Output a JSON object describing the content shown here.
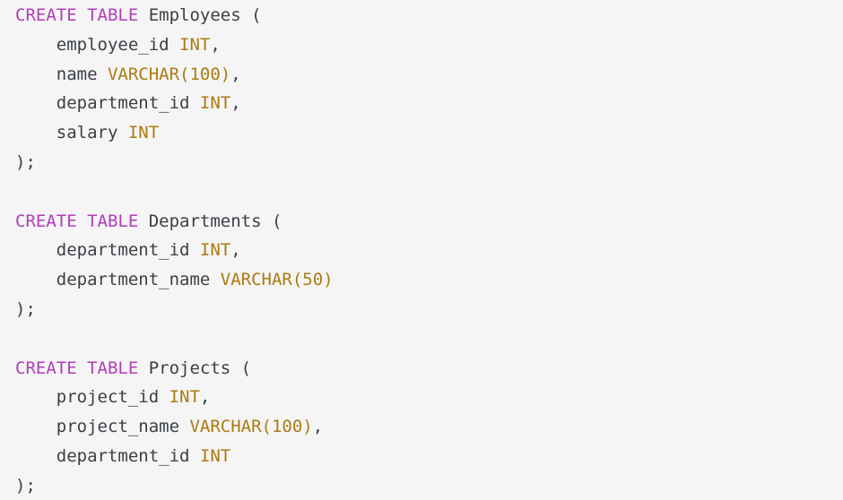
{
  "code": {
    "language": "SQL",
    "colors": {
      "background": "#f5f5f6",
      "plain": "#3b4045",
      "keyword": "#b13db8",
      "type": "#ab7b10"
    },
    "lines": [
      [
        {
          "type": "keyword",
          "text": "CREATE TABLE"
        },
        {
          "type": "plain",
          "text": " Employees ("
        }
      ],
      [
        {
          "type": "plain",
          "text": "    employee_id "
        },
        {
          "type": "type",
          "text": "INT"
        },
        {
          "type": "plain",
          "text": ","
        }
      ],
      [
        {
          "type": "plain",
          "text": "    name "
        },
        {
          "type": "type",
          "text": "VARCHAR(100)"
        },
        {
          "type": "plain",
          "text": ","
        }
      ],
      [
        {
          "type": "plain",
          "text": "    department_id "
        },
        {
          "type": "type",
          "text": "INT"
        },
        {
          "type": "plain",
          "text": ","
        }
      ],
      [
        {
          "type": "plain",
          "text": "    salary "
        },
        {
          "type": "type",
          "text": "INT"
        }
      ],
      [
        {
          "type": "plain",
          "text": ");"
        }
      ],
      [],
      [
        {
          "type": "keyword",
          "text": "CREATE TABLE"
        },
        {
          "type": "plain",
          "text": " Departments ("
        }
      ],
      [
        {
          "type": "plain",
          "text": "    department_id "
        },
        {
          "type": "type",
          "text": "INT"
        },
        {
          "type": "plain",
          "text": ","
        }
      ],
      [
        {
          "type": "plain",
          "text": "    department_name "
        },
        {
          "type": "type",
          "text": "VARCHAR(50)"
        }
      ],
      [
        {
          "type": "plain",
          "text": ");"
        }
      ],
      [],
      [
        {
          "type": "keyword",
          "text": "CREATE TABLE"
        },
        {
          "type": "plain",
          "text": " Projects ("
        }
      ],
      [
        {
          "type": "plain",
          "text": "    project_id "
        },
        {
          "type": "type",
          "text": "INT"
        },
        {
          "type": "plain",
          "text": ","
        }
      ],
      [
        {
          "type": "plain",
          "text": "    project_name "
        },
        {
          "type": "type",
          "text": "VARCHAR(100)"
        },
        {
          "type": "plain",
          "text": ","
        }
      ],
      [
        {
          "type": "plain",
          "text": "    department_id "
        },
        {
          "type": "type",
          "text": "INT"
        }
      ],
      [
        {
          "type": "plain",
          "text": ");"
        }
      ]
    ]
  }
}
